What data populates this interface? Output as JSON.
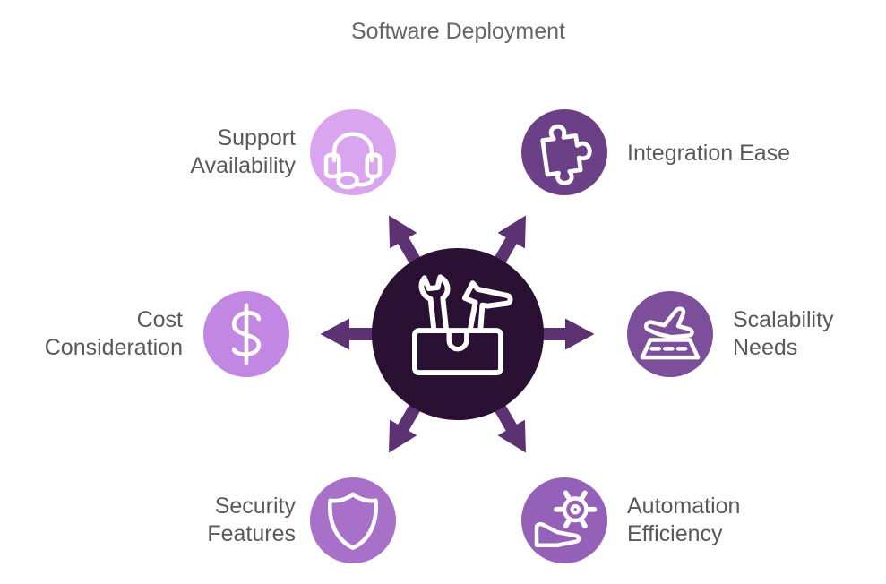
{
  "title": "Software Deployment",
  "palette": {
    "background": "#ffffff",
    "arrow": "#5c3273",
    "icon_stroke": "#ffffff",
    "title_text": "#666666",
    "label_text": "#58595b"
  },
  "center": {
    "icon": "toolbox-icon",
    "color": "#2a1033"
  },
  "nodes": {
    "support": {
      "label": "Support Availability",
      "color": "#d9a5ef",
      "icon": "headset-icon"
    },
    "integration": {
      "label": "Integration Ease",
      "color": "#6c4087",
      "icon": "puzzle-piece-icon"
    },
    "cost": {
      "label": "Cost Consideration",
      "color": "#c287e2",
      "icon": "dollar-sign-icon"
    },
    "scalability": {
      "label": "Scalability Needs",
      "color": "#7d4f9b",
      "icon": "plane-takeoff-icon"
    },
    "security": {
      "label": "Security Features",
      "color": "#a970c9",
      "icon": "shield-icon"
    },
    "automation": {
      "label": "Automation Efficiency",
      "color": "#9560b8",
      "icon": "gear-hand-icon"
    }
  }
}
